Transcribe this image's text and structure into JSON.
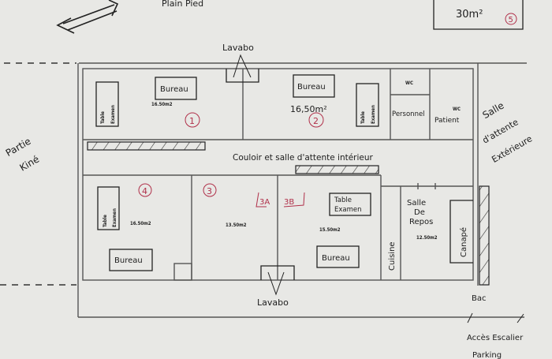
{
  "title": "Plain Pied",
  "annex": {
    "area": "30m²",
    "number": "5"
  },
  "left_label": [
    "Partie",
    "Kiné"
  ],
  "right_label": [
    "Salle",
    "d'attente",
    "Extérieure"
  ],
  "lavabo_top": "Lavabo",
  "lavabo_bottom": "Lavabo",
  "corridor": "Couloir et salle d'attente intérieur",
  "bac": "Bac",
  "access": [
    "Accès Escalier",
    "Parking"
  ],
  "rooms": {
    "r1": {
      "number": "1",
      "desk": "Bureau",
      "table": [
        "Table",
        "Examen"
      ],
      "area": "16.50m2"
    },
    "r2": {
      "number": "2",
      "desk": "Bureau",
      "table": [
        "Table",
        "Examen"
      ],
      "area": "16,50m²"
    },
    "wc_staff": "WC",
    "personnel": "Personnel",
    "wc_patient": [
      "WC",
      "Patient"
    ],
    "r4": {
      "number": "4",
      "desk": "Bureau",
      "table": [
        "Table",
        "Examen"
      ],
      "area": "16.50m2"
    },
    "r3": {
      "number": "3",
      "area": "13.50m2",
      "sub_a": "3A",
      "sub_b": "3B"
    },
    "r3b": {
      "desk": "Bureau",
      "table": "Table Examen",
      "table_lines": [
        "Table",
        "Examen"
      ],
      "area": "15.50m2"
    },
    "cuisine": "Cuisine",
    "repos": {
      "label": [
        "Salle",
        "De",
        "Repos"
      ],
      "area": "12.50m2",
      "sofa": "Canapé"
    }
  },
  "colors": {
    "paper": "#e8e8e5",
    "ink": "#1d1d1d",
    "annotation_red": "#b0304a"
  }
}
